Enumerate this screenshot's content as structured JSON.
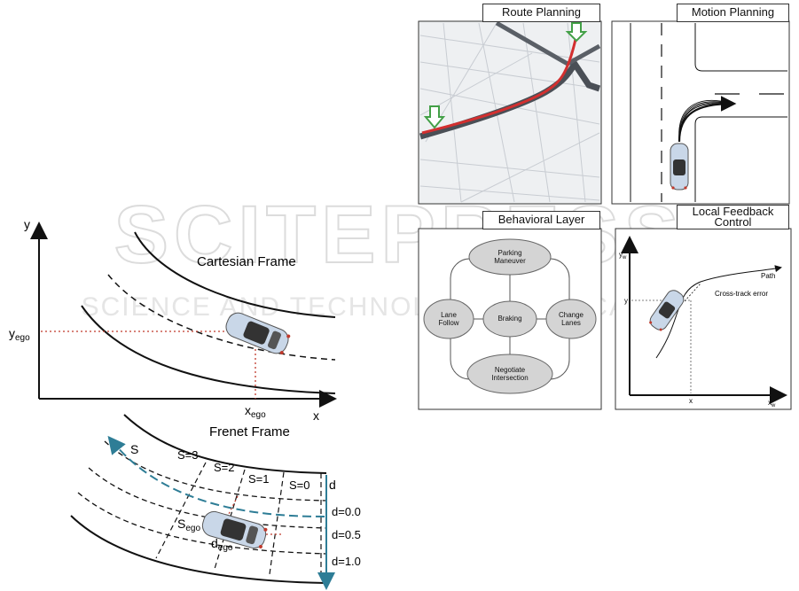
{
  "watermark": {
    "big": "SCITEPRESS",
    "small": "SCIENCE AND TECHNOLOGY PUBLICATIONS",
    "color": "#d9d9d9"
  },
  "cartesian": {
    "title": "Cartesian Frame",
    "y_axis": "y",
    "x_axis": "x",
    "y_ego": "y",
    "y_ego_sub": "ego",
    "x_ego": "x",
    "x_ego_sub": "ego"
  },
  "frenet": {
    "title": "Frenet Frame",
    "s_arrow": "S",
    "s_labels": [
      "S=3",
      "S=2",
      "S=1",
      "S=0"
    ],
    "d_axis": "d",
    "d_labels": [
      "d=0.0",
      "d=0.5",
      "d=1.0"
    ],
    "s_ego": "S",
    "s_ego_sub": "ego",
    "d_ego": "d",
    "d_ego_sub": "ego",
    "arrow_color": "#2e7d96"
  },
  "route_planning": {
    "title": "Route Planning",
    "route_color": "#d32f2f",
    "marker_color": "#43a047"
  },
  "motion_planning": {
    "title": "Motion Planning"
  },
  "behavioral": {
    "title": "Behavioral Layer",
    "states": {
      "parking": "Parking Maneuver",
      "lane_follow": "Lane Follow",
      "braking": "Braking",
      "change_lanes": "Change Lanes",
      "negotiate": "Negotiate Intersection"
    },
    "state_fill": "#d4d4d4"
  },
  "feedback": {
    "title_line1": "Local Feedback",
    "title_line2": "Control",
    "path": "Path",
    "cross_track": "Cross-track error",
    "y_axis": "y",
    "y_axis_sub": "w",
    "x_axis": "x",
    "x_axis_sub": "w",
    "y_tick": "y",
    "x_tick": "x"
  }
}
